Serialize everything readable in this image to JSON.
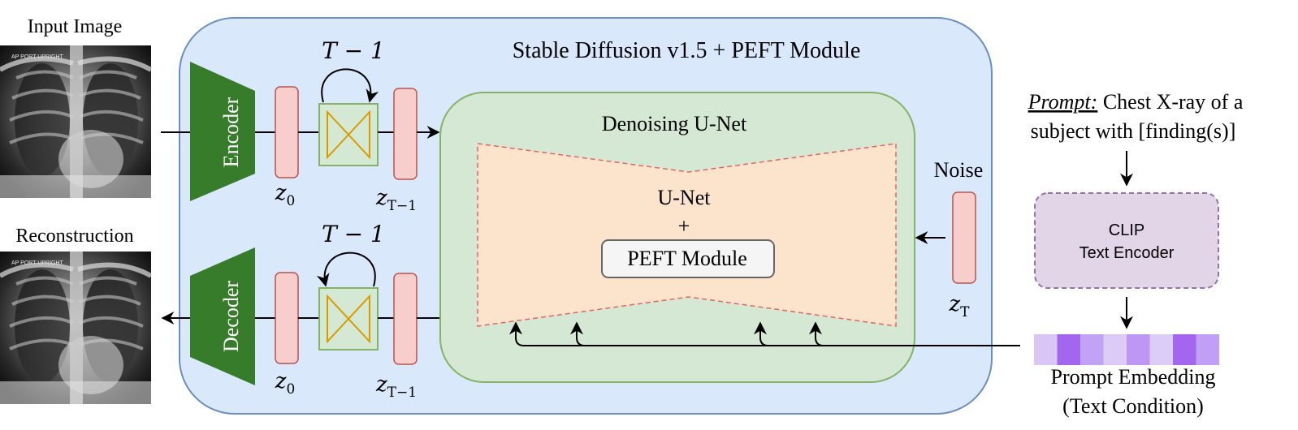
{
  "labels": {
    "input_image": "Input Image",
    "reconstruction": "Reconstruction",
    "main_title": "Stable Diffusion v1.5 + PEFT Module",
    "encoder": "Encoder",
    "decoder": "Decoder",
    "denoising_unet": "Denoising U-Net",
    "unet": "U-Net",
    "plus": "+",
    "peft_module": "PEFT Module",
    "noise": "Noise",
    "prompt_label": "Prompt:",
    "prompt_text_1": " Chest X-ray of a",
    "prompt_text_2": "subject with [finding(s)]",
    "clip_line1": "CLIP",
    "clip_line2": "Text Encoder",
    "embedding_line1": "Prompt Embedding",
    "embedding_line2": "(Text Condition)"
  },
  "math": {
    "loop_top": "T − 1",
    "loop_bottom": "T − 1",
    "z0_top_base": "z",
    "z0_top_sub": "0",
    "zt1_top_base": "z",
    "zt1_top_sub": "T−1",
    "z0_bottom_base": "z",
    "z0_bottom_sub": "0",
    "zt1_bottom_base": "z",
    "zt1_bottom_sub": "T−1",
    "zt_base": "z",
    "zt_sub": "T"
  },
  "xray_caption": "AP PORT UPRIGHT",
  "colors": {
    "sd_box_fill": "#dae8fc",
    "sd_box_stroke": "#6c8ebf",
    "unet_box_fill": "#d5e8d4",
    "unet_box_stroke": "#82b366",
    "hourglass_fill": "#fce4cc",
    "hourglass_stroke": "#e06666",
    "latent_fill": "#f8cecc",
    "latent_stroke": "#b85450",
    "coder_fill": "#367c2b",
    "clip_fill": "#e1d5e7",
    "clip_stroke": "#9673a6",
    "loop_glyph": "#d79b00"
  },
  "embedding_cells": [
    "#d9c6f7",
    "#a466ee",
    "#c2a2f3",
    "#dccbf7",
    "#be96f4",
    "#dcccf8",
    "#a466ee",
    "#c0a0f4"
  ]
}
